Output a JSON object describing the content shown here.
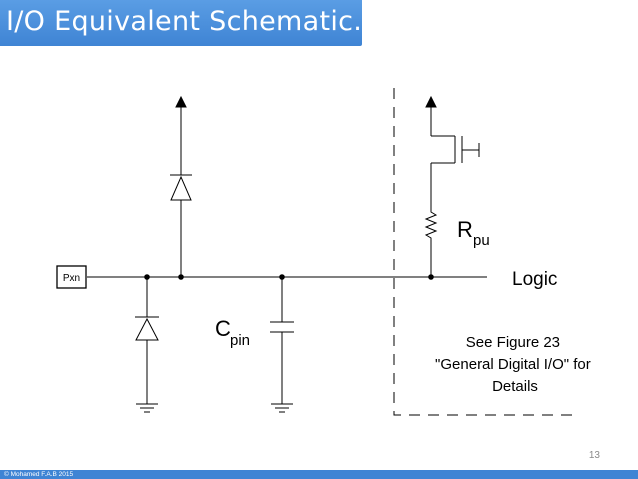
{
  "slide": {
    "title": "I/O Equivalent Schematic.",
    "page_number": "13",
    "footer": "© Mohamed F.A.B 2015"
  },
  "schematic": {
    "pin_label": "Pxn",
    "capacitor_label_main": "C",
    "capacitor_label_sub": "pin",
    "resistor_label_main": "R",
    "resistor_label_sub": "pu",
    "logic_label": "Logic",
    "note_lines": [
      "See Figure 23",
      "\"General Digital I/O\" for",
      "Details"
    ]
  },
  "colors": {
    "accent": "#3f84d4",
    "line": "#000000"
  }
}
